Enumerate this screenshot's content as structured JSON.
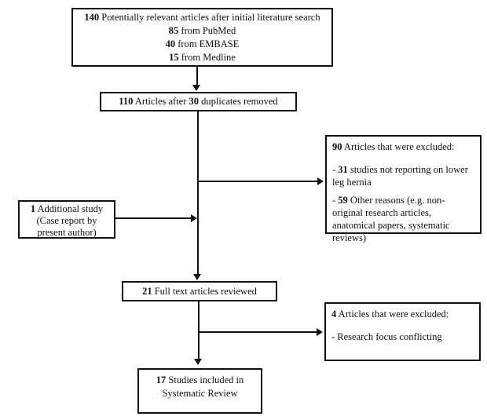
{
  "diagram": {
    "type": "flowchart",
    "colors": {
      "line": "#111111",
      "background": "#ffffff",
      "text": "#111111"
    },
    "boxes": {
      "initial_search": {
        "line1": {
          "num": "140",
          "text": " Potentially relevant articles after initial literature search"
        },
        "line2": {
          "num": "85",
          "text": " from PubMed"
        },
        "line3": {
          "num": "40",
          "text": " from EMBASE"
        },
        "line4": {
          "num": "15",
          "text": " from Medline"
        }
      },
      "duplicates_removed": {
        "num1": "110",
        "text1": " Articles after ",
        "num2": "30",
        "text2": " duplicates removed"
      },
      "excluded_90": {
        "title": {
          "num": "90",
          "text": " Articles that were excluded:"
        },
        "reason1": {
          "prefix": "- ",
          "num": "31",
          "text": " studies not reporting on lower leg hernia"
        },
        "reason2": {
          "prefix": "- ",
          "num": "59",
          "text": " Other reasons (e.g. non-original research articles, anatomical papers, systematic reviews)"
        }
      },
      "additional_study": {
        "line1": {
          "num": "1",
          "text": " Additional study"
        },
        "line2": "(Case report by",
        "line3": "present author)"
      },
      "full_text_reviewed": {
        "num": "21",
        "text": " Full text articles reviewed"
      },
      "excluded_4": {
        "title": {
          "num": "4",
          "text": " Articles that were excluded:"
        },
        "reason1": "- Research focus conflicting"
      },
      "included": {
        "line1": {
          "num": "17",
          "text": " Studies included in"
        },
        "line2": "Systematic Review"
      }
    }
  }
}
